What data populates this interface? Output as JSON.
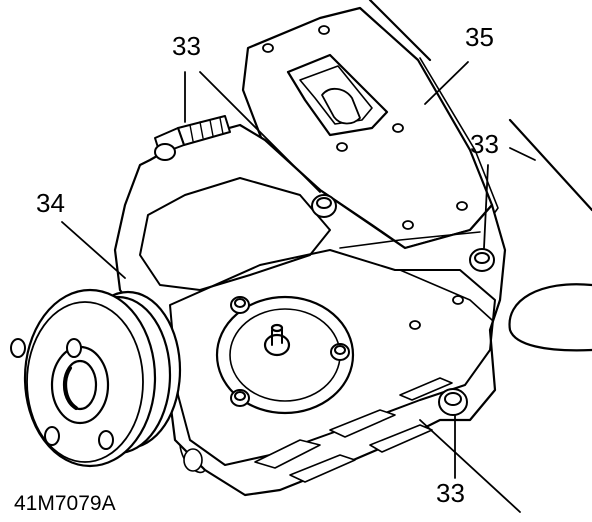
{
  "diagram": {
    "figure_id": "41M7079A",
    "callouts": [
      {
        "id": "a",
        "text": "33"
      },
      {
        "id": "b",
        "text": "35"
      },
      {
        "id": "c",
        "text": "33"
      },
      {
        "id": "d",
        "text": "34"
      },
      {
        "id": "e",
        "text": "33"
      }
    ]
  },
  "colors": {
    "ink": "#000000",
    "paper": "#ffffff"
  }
}
